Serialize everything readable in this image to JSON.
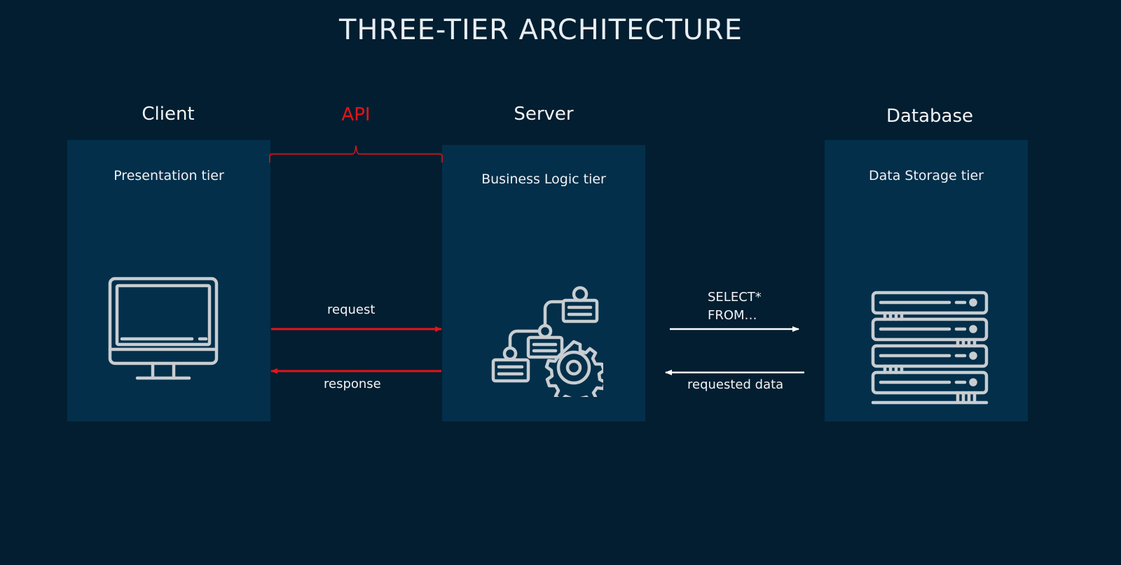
{
  "title": "THREE-TIER ARCHITECTURE",
  "tiers": {
    "client": {
      "label": "Client",
      "panel_title": "Presentation tier",
      "icon": "monitor-icon"
    },
    "api": {
      "label": "API"
    },
    "server": {
      "label": "Server",
      "panel_title": "Business Logic tier",
      "icon": "workflow-gear-icon"
    },
    "database": {
      "label": "Database",
      "panel_title": "Data Storage tier",
      "icon": "server-rack-icon"
    }
  },
  "flows": {
    "request": "request",
    "response": "response",
    "query": "SELECT*\nFROM…",
    "requested_data": "requested data"
  },
  "colors": {
    "background": "#021e30",
    "panel": "#032f4a",
    "api_accent": "#e5131b",
    "icon_stroke": "#c8cdd1",
    "arrow_white": "#ffffff"
  }
}
